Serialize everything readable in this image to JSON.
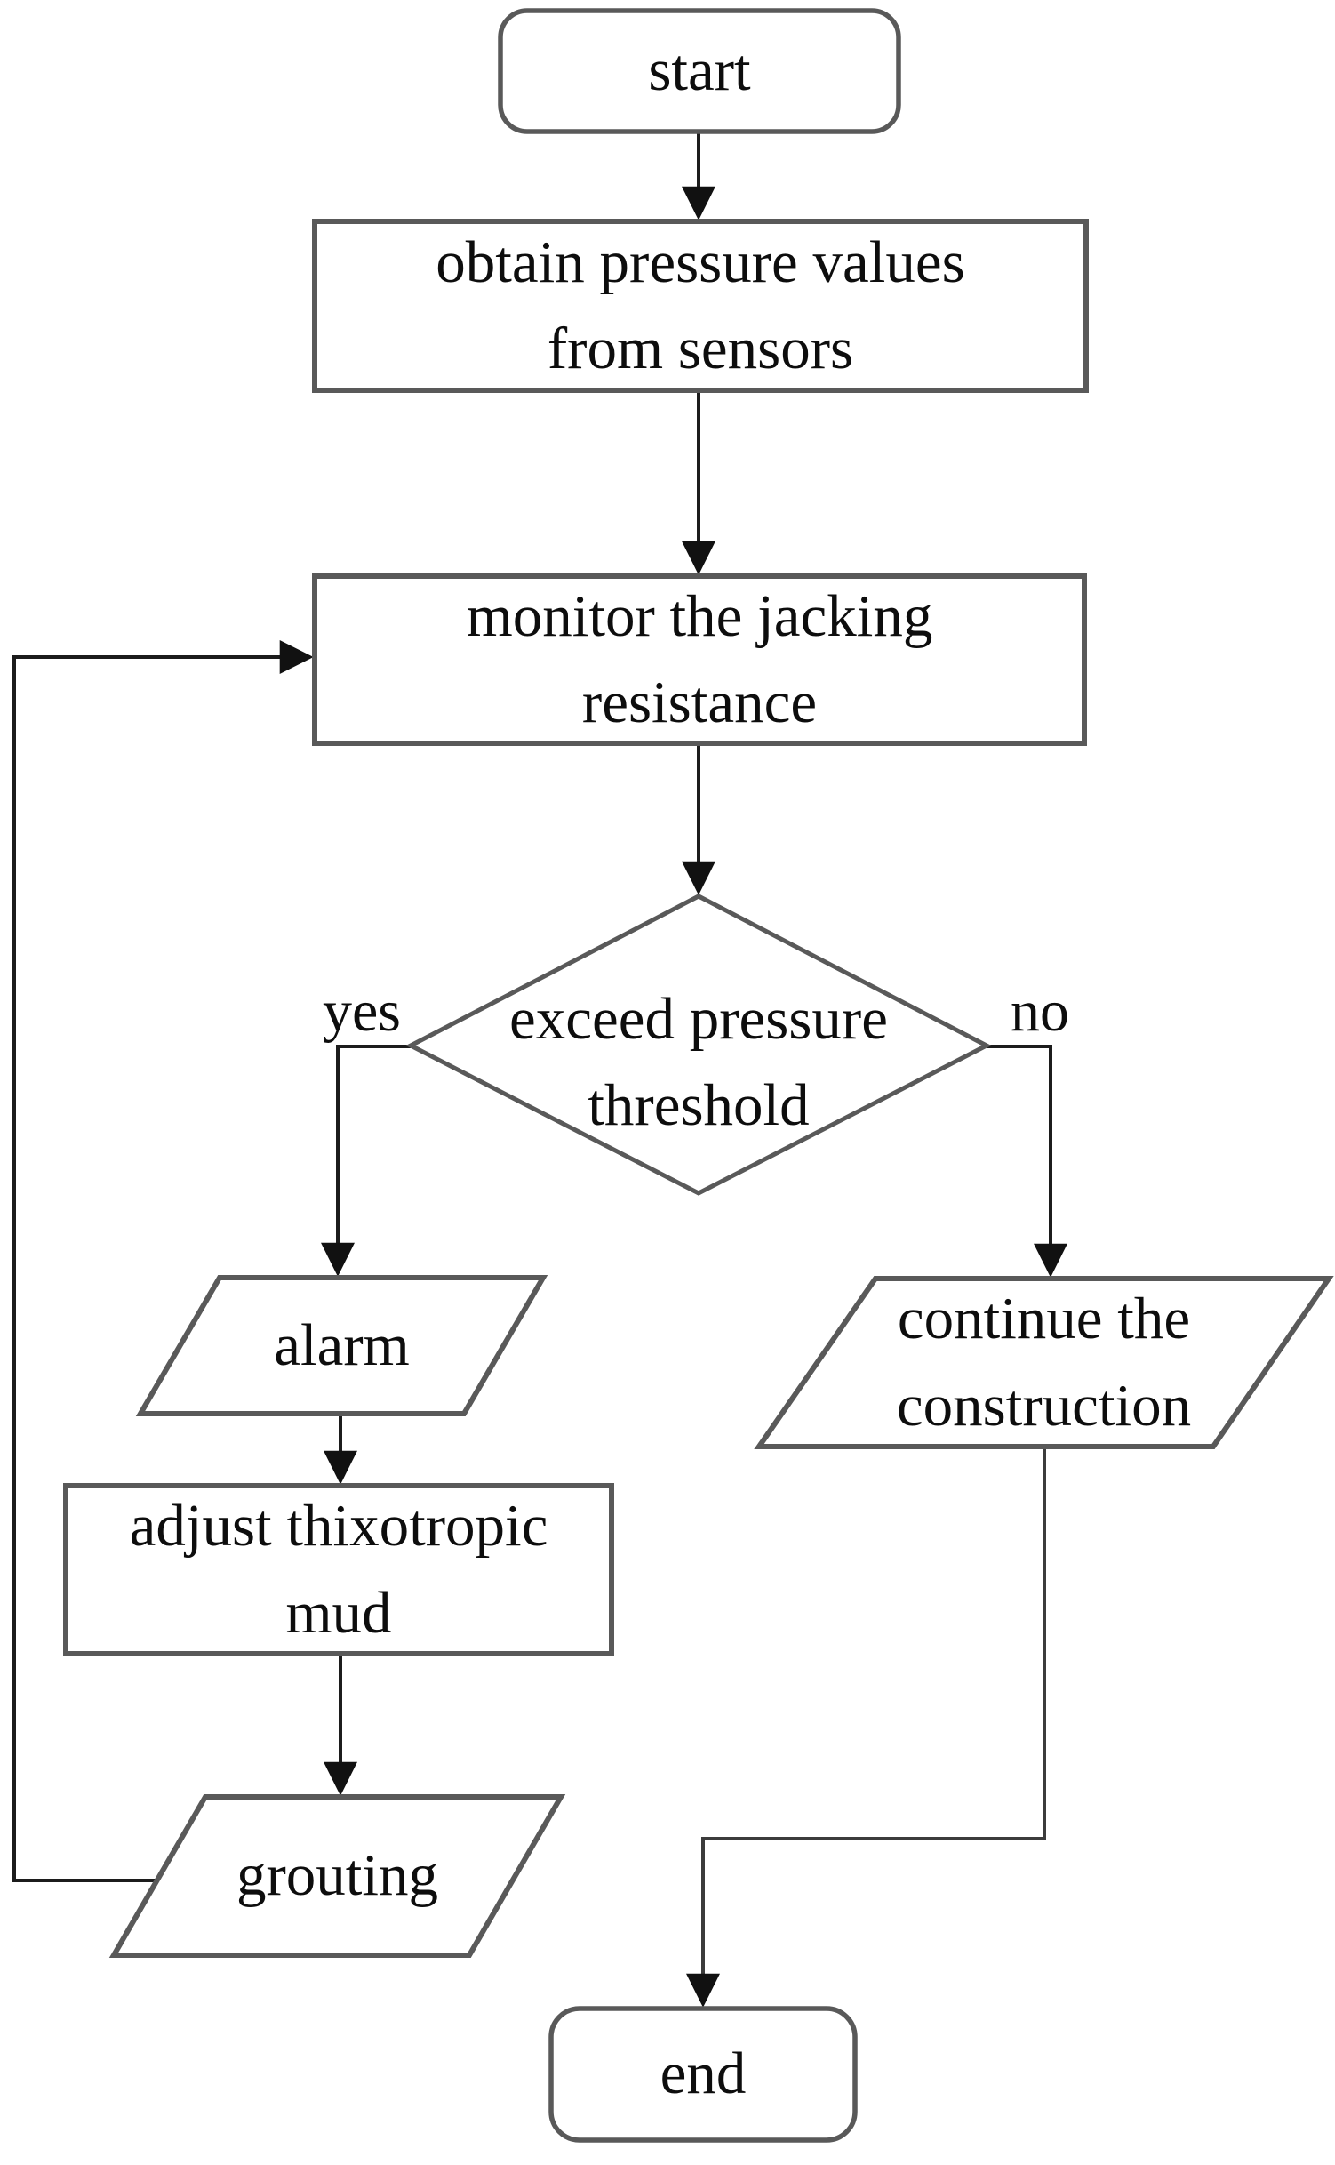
{
  "nodes": {
    "start": {
      "label": "start",
      "shape": "terminator"
    },
    "obtain": {
      "label": "obtain pressure values\nfrom sensors",
      "shape": "process"
    },
    "monitor": {
      "label": "monitor the jacking\nresistance",
      "shape": "process"
    },
    "decision": {
      "label": "exceed pressure\nthreshold",
      "shape": "decision"
    },
    "alarm": {
      "label": "alarm",
      "shape": "parallelogram"
    },
    "adjust": {
      "label": "adjust thixotropic\nmud",
      "shape": "process"
    },
    "grouting": {
      "label": "grouting",
      "shape": "parallelogram"
    },
    "continue": {
      "label": "continue the\nconstruction",
      "shape": "parallelogram"
    },
    "end": {
      "label": "end",
      "shape": "terminator"
    }
  },
  "branch_labels": {
    "yes": "yes",
    "no": "no"
  },
  "edges": [
    {
      "from": "start",
      "to": "obtain"
    },
    {
      "from": "obtain",
      "to": "monitor"
    },
    {
      "from": "monitor",
      "to": "decision"
    },
    {
      "from": "decision",
      "to": "alarm",
      "label": "yes"
    },
    {
      "from": "decision",
      "to": "continue",
      "label": "no"
    },
    {
      "from": "alarm",
      "to": "adjust"
    },
    {
      "from": "adjust",
      "to": "grouting"
    },
    {
      "from": "grouting",
      "to": "monitor",
      "kind": "loop-back"
    },
    {
      "from": "continue",
      "to": "end"
    }
  ],
  "colors": {
    "shape_border": "#595959",
    "connector": "#1c1c1c",
    "elbow_connector": "#3c3c3c",
    "text": "#0d0d0d",
    "background": "#ffffff"
  }
}
